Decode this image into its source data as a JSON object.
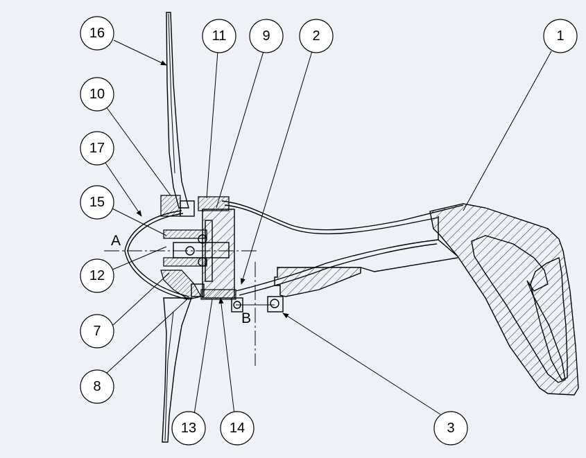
{
  "callouts": [
    {
      "id": "16",
      "label": "16"
    },
    {
      "id": "11",
      "label": "11"
    },
    {
      "id": "9",
      "label": "9"
    },
    {
      "id": "2",
      "label": "2"
    },
    {
      "id": "1",
      "label": "1"
    },
    {
      "id": "10",
      "label": "10"
    },
    {
      "id": "17",
      "label": "17"
    },
    {
      "id": "15",
      "label": "15"
    },
    {
      "id": "12",
      "label": "12"
    },
    {
      "id": "7",
      "label": "7"
    },
    {
      "id": "8",
      "label": "8"
    },
    {
      "id": "13",
      "label": "13"
    },
    {
      "id": "14",
      "label": "14"
    },
    {
      "id": "3",
      "label": "3"
    }
  ],
  "section_marks": {
    "a": "A",
    "b": "B"
  }
}
